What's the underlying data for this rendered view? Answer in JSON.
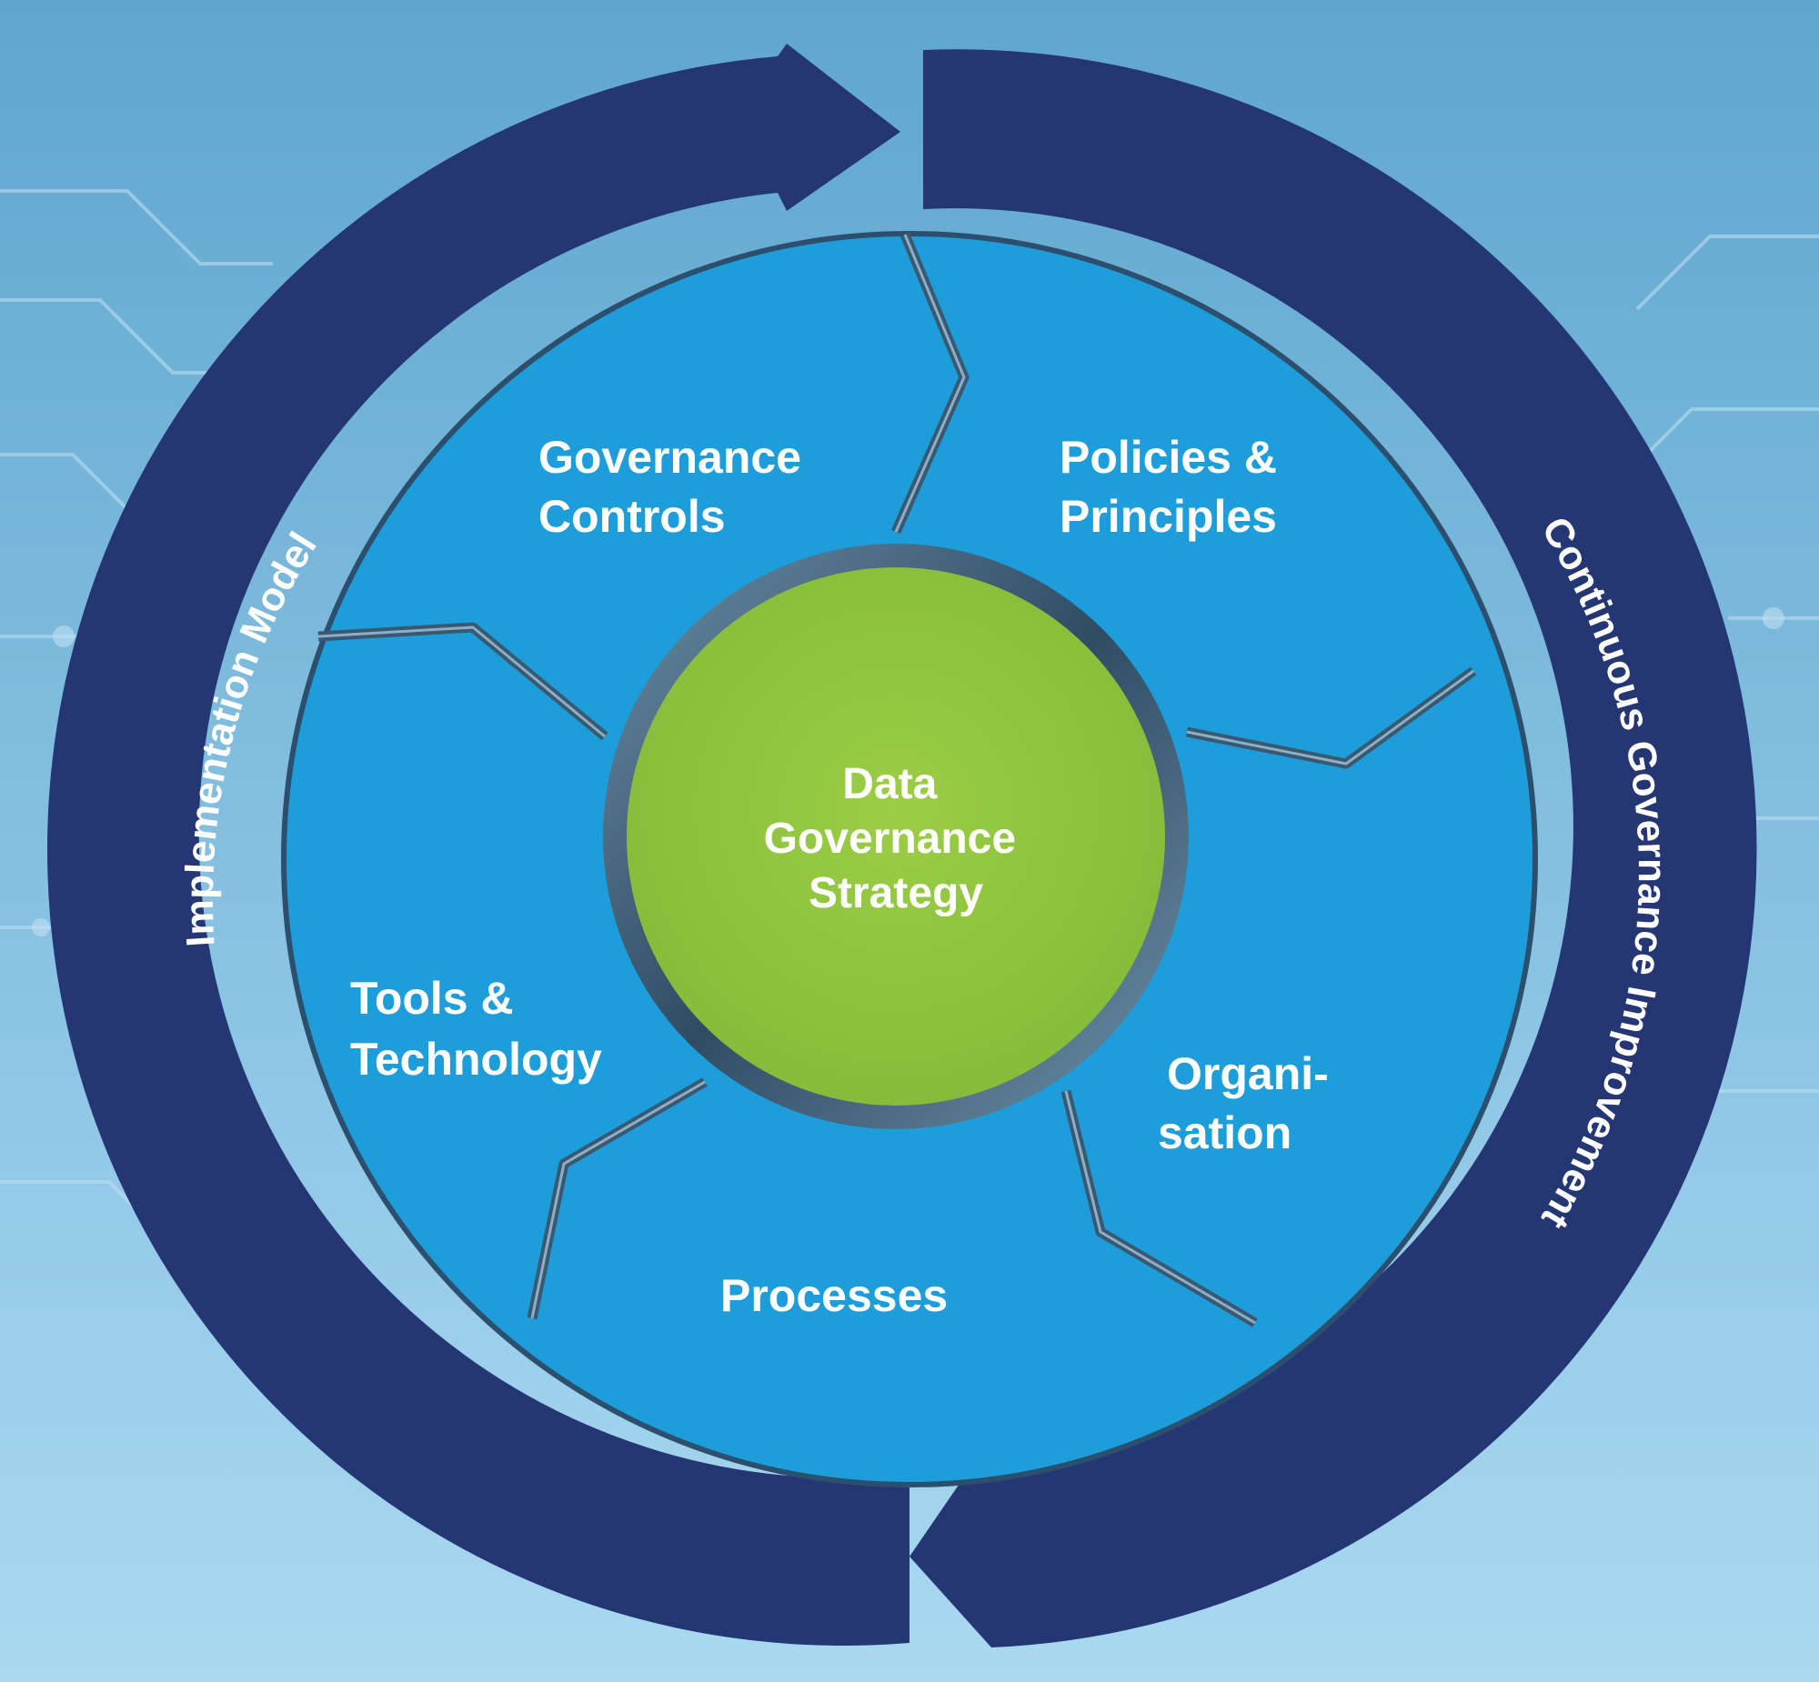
{
  "diagram": {
    "center": {
      "lines": [
        "Data",
        "Governance",
        "Strategy"
      ]
    },
    "segments": [
      {
        "id": "governance-controls",
        "lines": [
          "Governance",
          "Controls"
        ]
      },
      {
        "id": "policies-principles",
        "lines": [
          "Policies &",
          "Principles"
        ]
      },
      {
        "id": "organisation",
        "lines": [
          "Organi-",
          "sation"
        ]
      },
      {
        "id": "processes",
        "lines": [
          "Processes"
        ]
      },
      {
        "id": "tools-technology",
        "lines": [
          "Tools &",
          "Technology"
        ]
      }
    ],
    "arcs": {
      "left": "Implementation Model",
      "right": "Continuous Governance Improvement"
    }
  },
  "colors": {
    "background_top": "#5fa6cf",
    "background_bottom": "#aad9f1",
    "ring": "#243673",
    "segment": "#1e9ddb",
    "center": "#8dc63f",
    "text": "#ffffff"
  }
}
